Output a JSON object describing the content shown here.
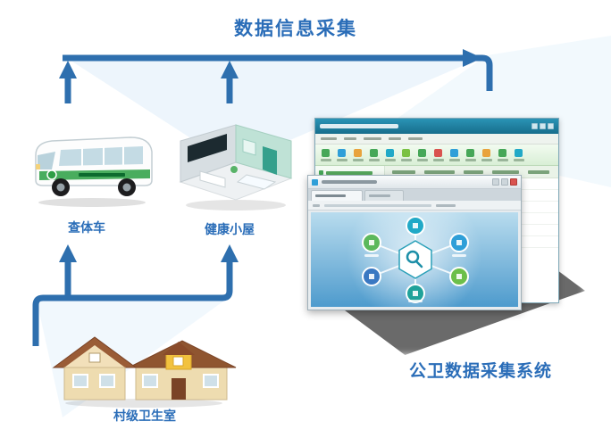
{
  "title": "数据信息采集",
  "labels": {
    "van": "查体车",
    "hut": "健康小屋",
    "village": "村级卫生室",
    "system": "公卫数据采集系统"
  },
  "colors": {
    "arrow_blue": "#2e6fae",
    "label_blue": "#2a6db8",
    "background_tint": "#e9f4fb",
    "back_window_titlebar": "#1e83a6",
    "toolbar_green": "#46a758",
    "hub_teal": "#21a9c7",
    "hub_blue": "#2f9fd8",
    "hub_green": "#6cbf4a"
  }
}
